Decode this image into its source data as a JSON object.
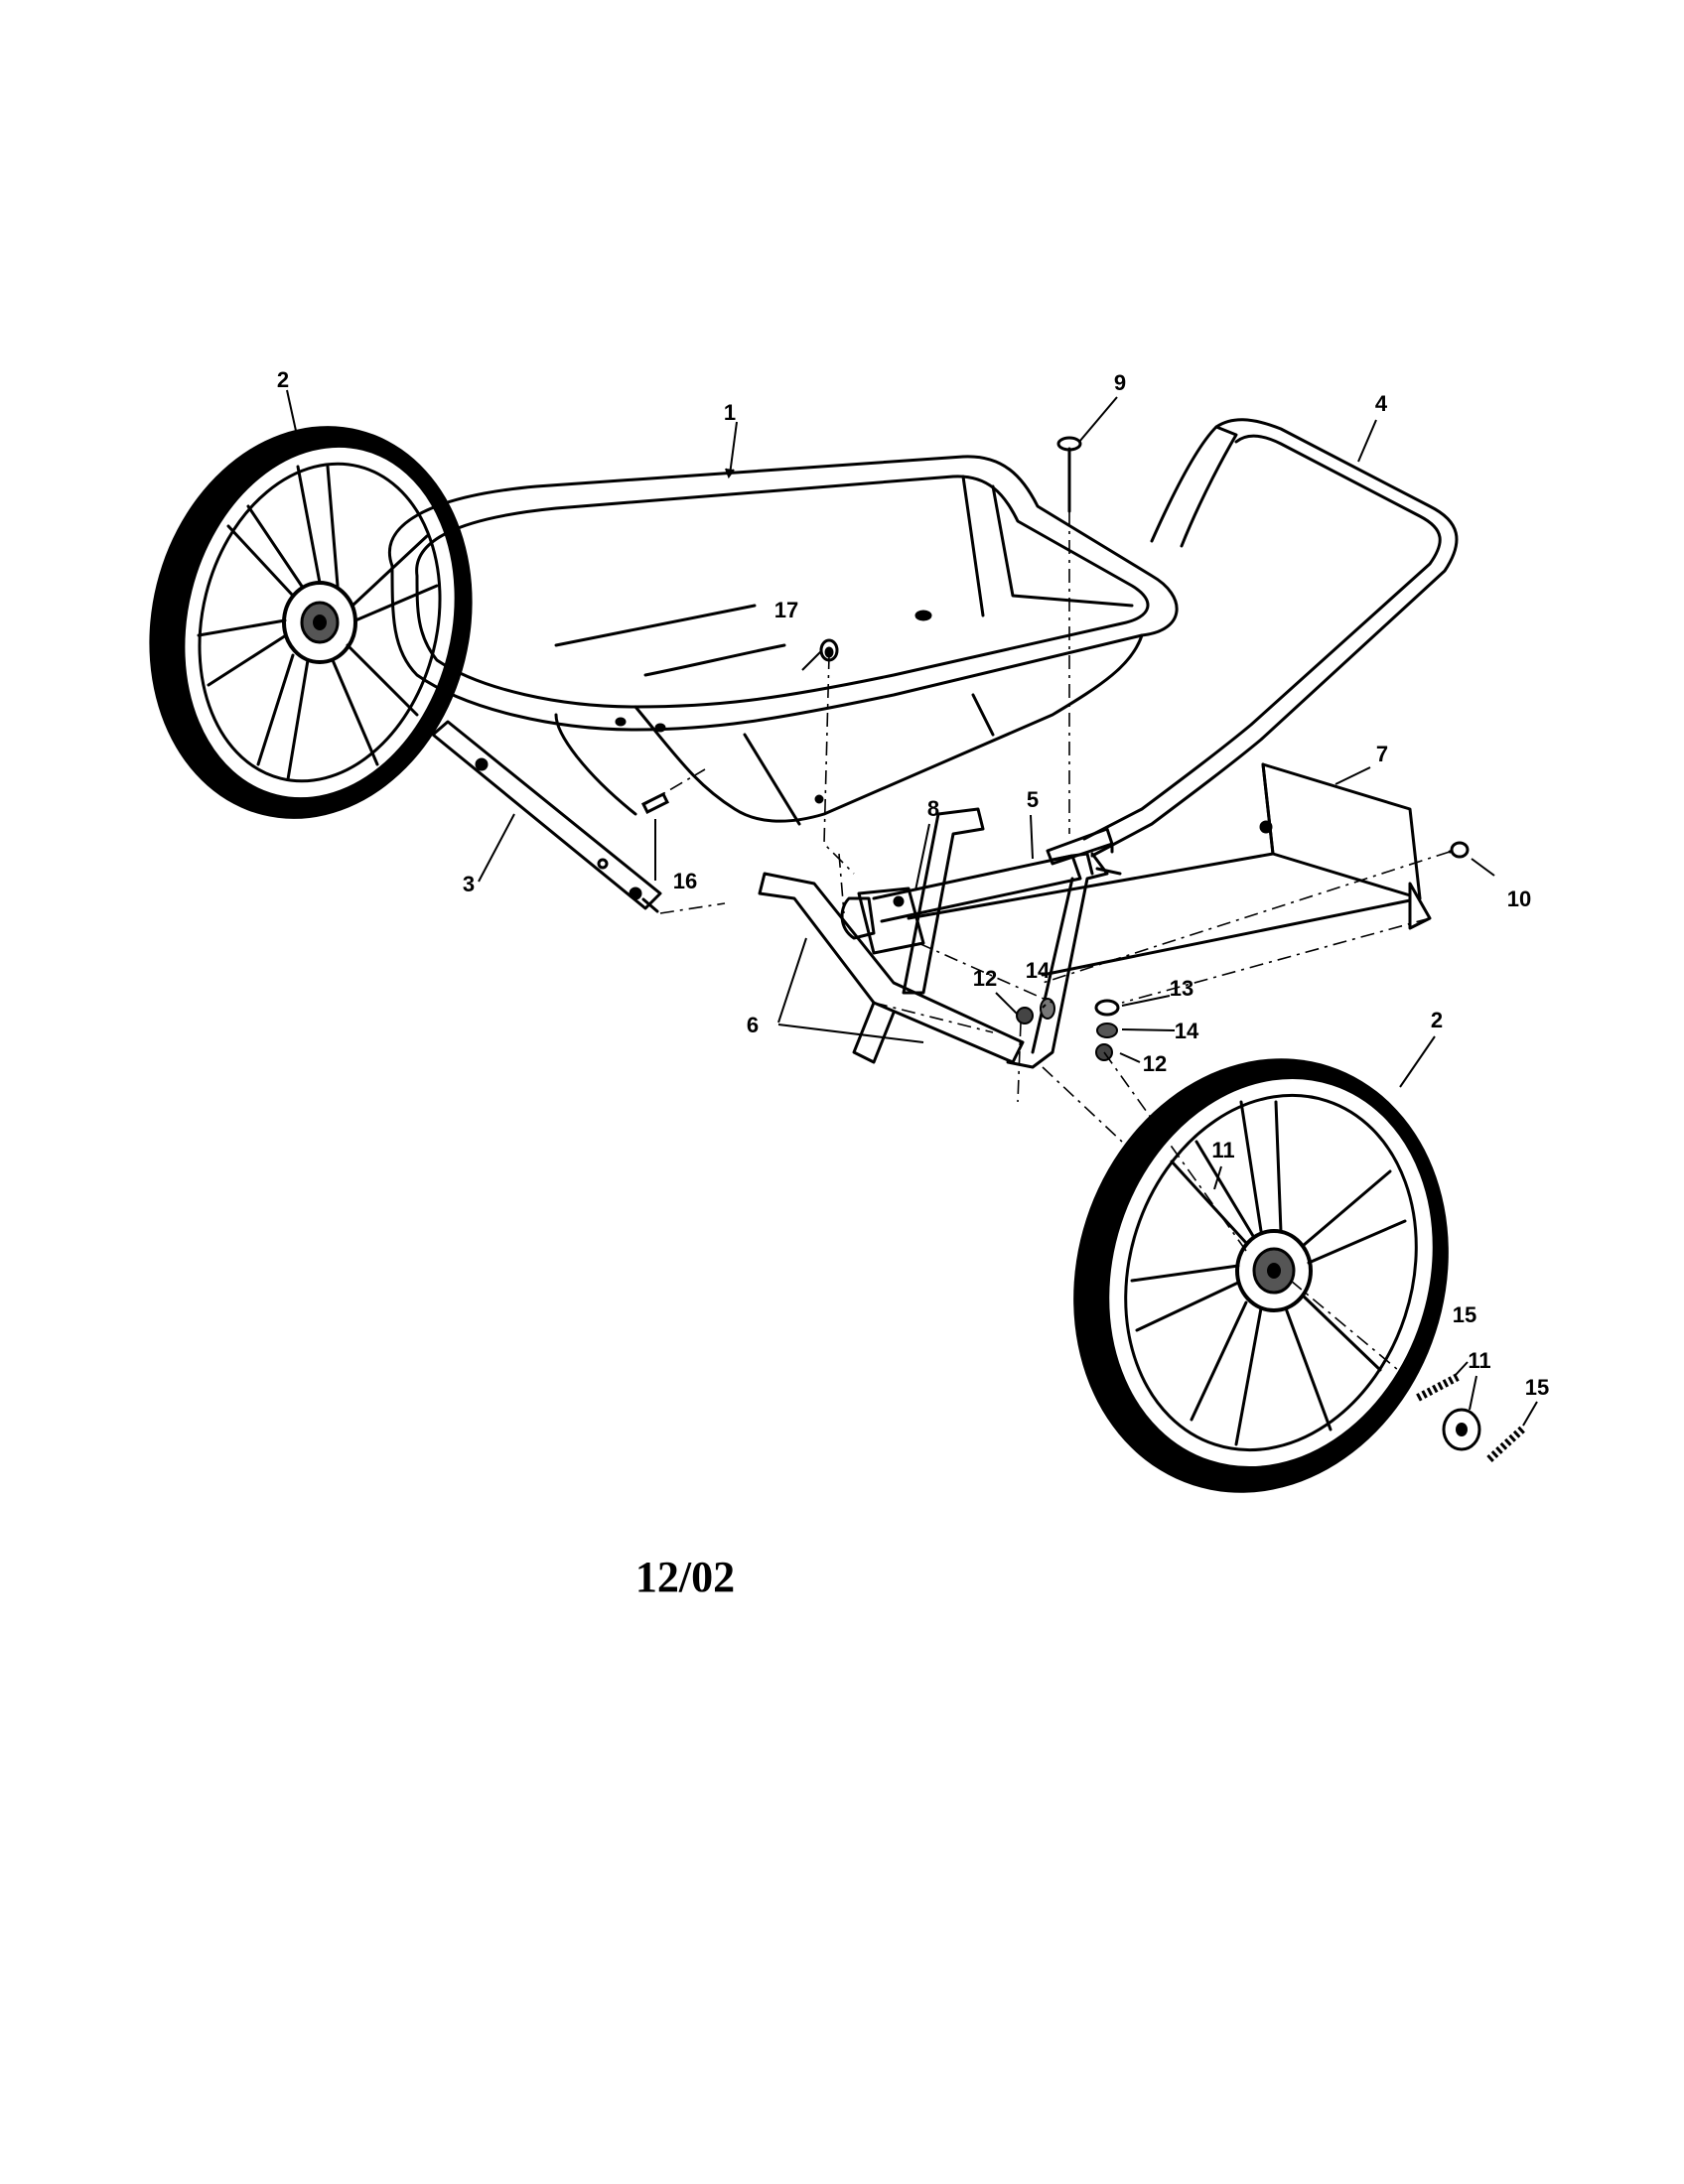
{
  "diagram": {
    "callouts": {
      "p1": "1",
      "p2a": "2",
      "p2b": "2",
      "p3": "3",
      "p4": "4",
      "p5": "5",
      "p6": "6",
      "p7": "7",
      "p8": "8",
      "p9": "9",
      "p10": "10",
      "p11a": "11",
      "p11b": "11",
      "p12a": "12",
      "p12b": "12",
      "p13": "13",
      "p14a": "14",
      "p14b": "14",
      "p15a": "15",
      "p15b": "15",
      "p16": "16",
      "p17": "17"
    },
    "date": "12/02"
  }
}
